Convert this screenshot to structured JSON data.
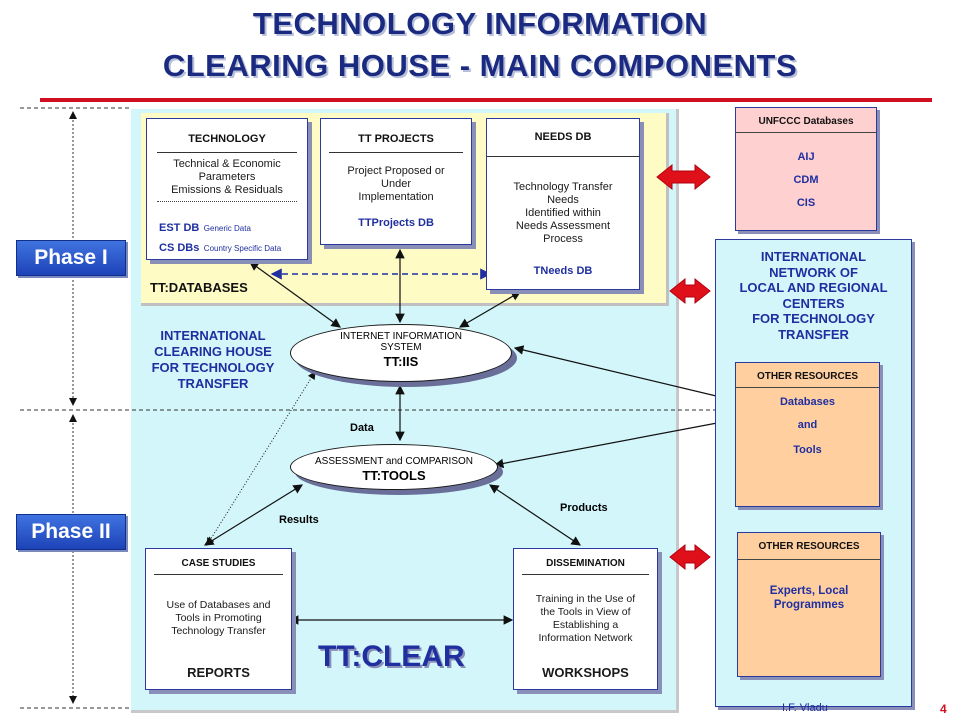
{
  "title": {
    "line1": "TECHNOLOGY INFORMATION",
    "line2": "CLEARING HOUSE - MAIN COMPONENTS"
  },
  "phases": {
    "phase1": "Phase I",
    "phase2": "Phase II"
  },
  "databases": {
    "label": "TT:DATABASES",
    "technology": {
      "header": "TECHNOLOGY",
      "desc": [
        "Technical & Economic",
        "Parameters",
        "Emissions & Residuals"
      ],
      "est": "EST DB",
      "est_sub": "Generic Data",
      "cs": "CS DBs",
      "cs_sub": "Country Specific Data"
    },
    "projects": {
      "header": "TT PROJECTS",
      "desc": [
        "Project Proposed or",
        "Under",
        "Implementation"
      ],
      "db": "TTProjects DB"
    },
    "needs": {
      "header": "NEEDS DB",
      "desc": [
        "Technology Transfer",
        "Needs",
        "Identified within",
        "Needs Assessment",
        "Process"
      ],
      "db": "TNeeds DB"
    }
  },
  "clearing_house": [
    "INTERNATIONAL",
    "CLEARING HOUSE",
    "FOR TECHNOLOGY",
    "TRANSFER"
  ],
  "iis": {
    "line1": "INTERNET INFORMATION",
    "line2": "SYSTEM",
    "name": "TT:IIS"
  },
  "tools": {
    "line1": "ASSESSMENT and COMPARISON",
    "name": "TT:TOOLS"
  },
  "edge_labels": {
    "data": "Data",
    "results": "Results",
    "products": "Products"
  },
  "case_studies": {
    "header": "CASE STUDIES",
    "desc": [
      "Use of Databases and",
      "Tools in Promoting",
      "Technology Transfer"
    ],
    "output": "REPORTS"
  },
  "dissemination": {
    "header": "DISSEMINATION",
    "desc": [
      "Training in the Use of",
      "the Tools in View of",
      "Establishing a",
      "Information Network"
    ],
    "output": "WORKSHOPS"
  },
  "tt_clear": "TT:CLEAR",
  "unfccc": {
    "header": "UNFCCC Databases",
    "items": [
      "AIJ",
      "CDM",
      "CIS"
    ]
  },
  "network": [
    "INTERNATIONAL",
    "NETWORK OF",
    "LOCAL AND REGIONAL",
    "CENTERS",
    "FOR TECHNOLOGY",
    "TRANSFER"
  ],
  "other_resources_1": {
    "header": "OTHER RESOURCES",
    "items": [
      "Databases",
      "and",
      "Tools"
    ]
  },
  "other_resources_2": {
    "header": "OTHER RESOURCES",
    "desc": [
      "Experts, Local",
      "Programmes"
    ]
  },
  "footer": {
    "author": "I.F. Vladu",
    "page": "4"
  },
  "colors": {
    "title": "#1a2a80",
    "accent_red": "#d01020",
    "panel_cyan": "#d3f6fb",
    "panel_yellow": "#fffbc5",
    "unfccc_pink": "#ffd0d0",
    "resources_orange": "#ffcfa0",
    "phase_blue": "#2e5bd0"
  }
}
